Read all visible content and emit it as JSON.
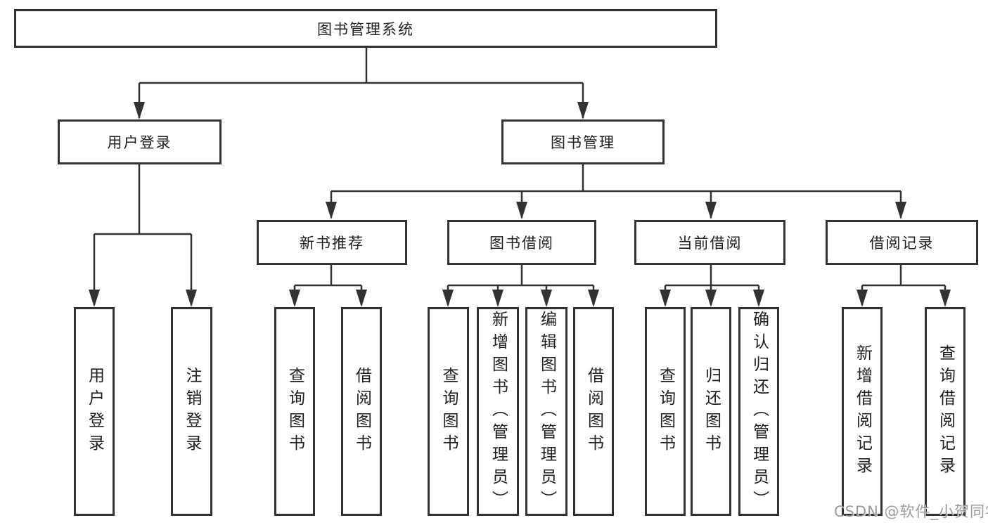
{
  "diagram_type": "hierarchy",
  "tree": {
    "label": "图书管理系统",
    "children": [
      {
        "label": "用户登录",
        "children": [
          {
            "label": "用户登录"
          },
          {
            "label": "注销登录"
          }
        ]
      },
      {
        "label": "图书管理",
        "children": [
          {
            "label": "新书推荐",
            "children": [
              {
                "label": "查询图书"
              },
              {
                "label": "借阅图书"
              }
            ]
          },
          {
            "label": "图书借阅",
            "children": [
              {
                "label": "查询图书"
              },
              {
                "label": "新增图书（管理员）"
              },
              {
                "label": "编辑图书（管理员）"
              },
              {
                "label": "借阅图书"
              }
            ]
          },
          {
            "label": "当前借阅",
            "children": [
              {
                "label": "查询图书"
              },
              {
                "label": "归还图书"
              },
              {
                "label": "确认归还（管理员）"
              }
            ]
          },
          {
            "label": "借阅记录",
            "children": [
              {
                "label": "新增借阅记录"
              },
              {
                "label": "查询借阅记录"
              }
            ]
          }
        ]
      }
    ]
  },
  "watermark": {
    "text": "CSDN @软件_小贺同学"
  },
  "colors": {
    "line": "#323232",
    "box_border": "#323232",
    "text": "#202020",
    "background": "#ffffff",
    "watermark": "#969696"
  }
}
